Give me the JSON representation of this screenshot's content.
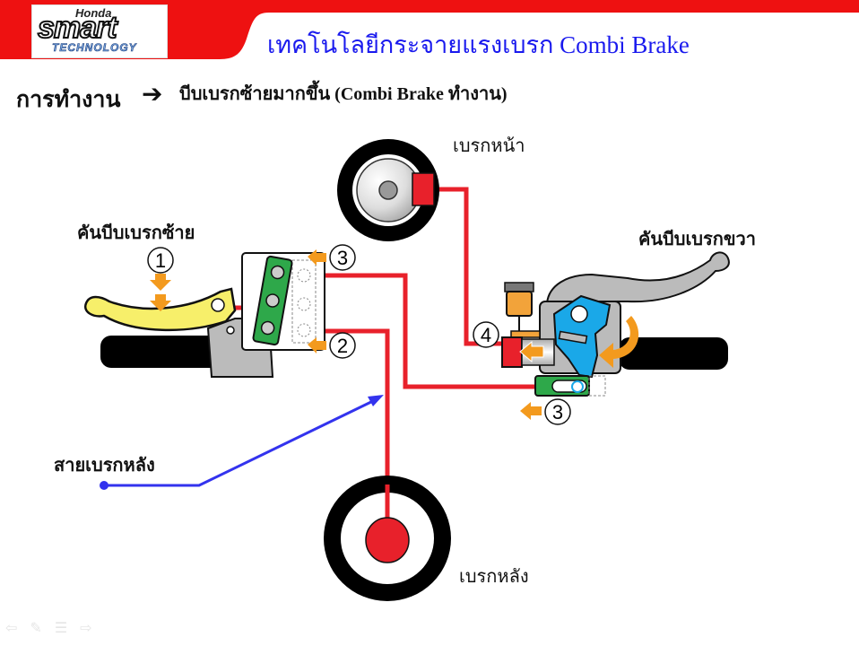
{
  "header": {
    "logo": {
      "brand": "Honda",
      "word": "smart",
      "tagline": "TECHNOLOGY"
    },
    "title": "เทคโนโลยีกระจายแรงเบรก  Combi Brake"
  },
  "subtitle": {
    "label": "การทำงาน",
    "arrow_icon": "➔",
    "text": "บีบเบรกซ้ายมากขึ้น (Combi Brake ทำงาน)"
  },
  "diagram": {
    "labels": {
      "front_brake": "เบรกหน้า",
      "left_lever": "คันบีบเบรกซ้าย",
      "right_lever": "คันบีบเบรกขวา",
      "rear_cable": "สายเบรกหลัง",
      "rear_brake": "เบรกหลัง"
    },
    "steps": {
      "step1": "1",
      "step2": "2",
      "step3_left": "3",
      "step3_right": "3",
      "step4": "4"
    },
    "colors": {
      "brake_line": "#e8212b",
      "cable": "#3333ee",
      "arrow": "#f39a1e",
      "left_lever": "#f7ef6a",
      "equalizer": "#2ea84a",
      "cam": "#1aa8e8",
      "banner": "#ee1111"
    }
  },
  "nav": {
    "prev_icon": "⇦",
    "pen_icon": "✎",
    "menu_icon": "☰",
    "next_icon": "⇨"
  }
}
